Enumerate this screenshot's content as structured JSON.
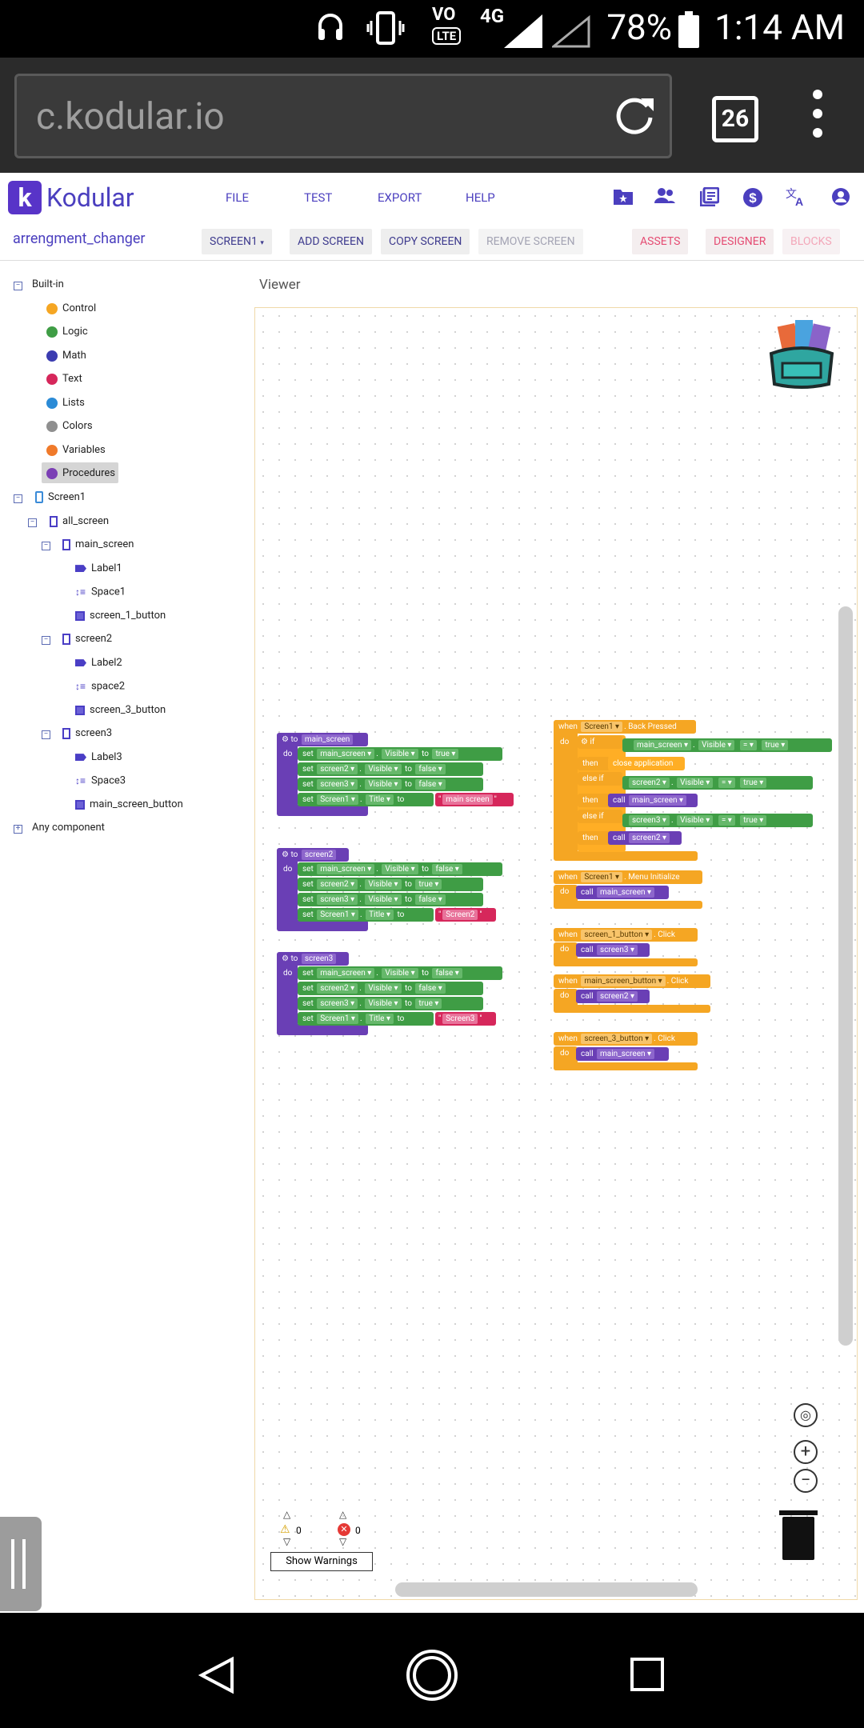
{
  "status_bar": {
    "battery": "78%",
    "time": "1:14 AM",
    "network": "4G",
    "lte": "LTE"
  },
  "browser": {
    "url": "c.kodular.io",
    "tab_count": "26"
  },
  "app": {
    "brand": "Kodular",
    "menu": [
      "FILE",
      "TEST",
      "EXPORT",
      "HELP"
    ],
    "project_name": "arrengment_changer",
    "screen_select": "SCREEN1",
    "buttons": {
      "add_screen": "ADD SCREEN",
      "copy_screen": "COPY SCREEN",
      "remove_screen": "REMOVE SCREEN",
      "assets": "ASSETS",
      "designer": "DESIGNER",
      "blocks": "BLOCKS"
    }
  },
  "tree": {
    "builtin": "Built-in",
    "categories": [
      {
        "label": "Control",
        "color": "#f5a623"
      },
      {
        "label": "Logic",
        "color": "#3f9d45"
      },
      {
        "label": "Math",
        "color": "#3b3cb0"
      },
      {
        "label": "Text",
        "color": "#d6275b"
      },
      {
        "label": "Lists",
        "color": "#2b8bd6"
      },
      {
        "label": "Colors",
        "color": "#8f8f8f"
      },
      {
        "label": "Variables",
        "color": "#f07a2a"
      },
      {
        "label": "Procedures",
        "color": "#7b3fb5"
      }
    ],
    "screen1": "Screen1",
    "all_screen": "all_screen",
    "main_screen": "main_screen",
    "label1": "Label1",
    "space1": "Space1",
    "screen_1_button": "screen_1_button",
    "screen2": "screen2",
    "label2": "Label2",
    "space2": "space2",
    "screen_3_button": "screen_3_button",
    "screen3": "screen3",
    "label3": "Label3",
    "space3": "Space3",
    "main_screen_button": "main_screen_button",
    "any_component": "Any component"
  },
  "viewer": {
    "label": "Viewer",
    "warnings_count": "0",
    "errors_count": "0",
    "show_warnings": "Show Warnings"
  },
  "blocks": {
    "to": "to",
    "do": "do",
    "set": "set",
    "call": "call",
    "when": "when",
    "then": "then",
    "if": "if",
    "else_if": "else if",
    "visible": "Visible ▾",
    "title": "Title ▾",
    "eq": "= ▾",
    "true": "true ▾",
    "false": "false ▾",
    "op_to": "to",
    "proc_main": "main_screen",
    "proc_screen2": "screen2",
    "proc_screen3": "screen3",
    "c_main": "main_screen ▾",
    "c_screen2": "screen2 ▾",
    "c_screen3": "screen3 ▾",
    "c_screen1": "Screen1 ▾",
    "str_main": "main screen",
    "str_screen2": "Screen2",
    "str_screen3": "Screen3",
    "ev_back": "Back Pressed",
    "ev_menu": "Menu Initialize",
    "ev_click": "Click",
    "close_app": "close application",
    "call_main": "main_screen ▾",
    "call_screen2": "screen2 ▾",
    "call_screen3": "screen3 ▾",
    "btn1": "screen_1_button ▾",
    "btn_main": "main_screen_button ▾",
    "btn3": "screen_3_button ▾"
  }
}
